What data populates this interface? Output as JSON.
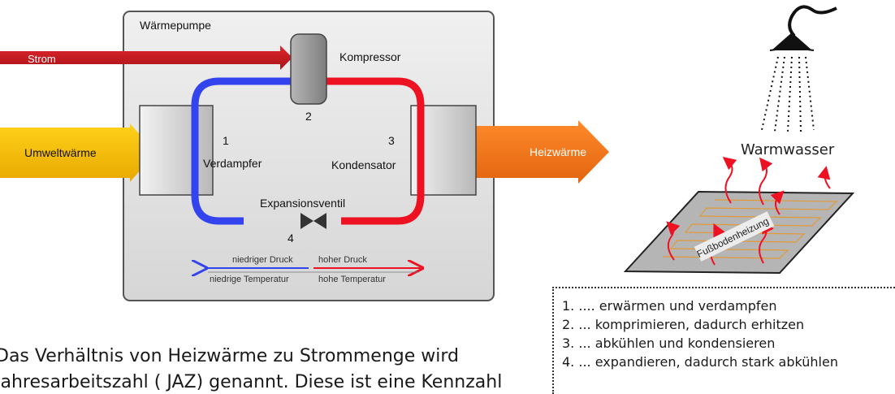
{
  "heat_pump": {
    "title": "Wärmepumpe",
    "strom": "Strom",
    "kompressor": "Kompressor",
    "umweltwaerme": "Umweltwärme",
    "heizwaerme": "Heizwärme",
    "num1": "1",
    "num2": "2",
    "num3": "3",
    "num4": "4",
    "verdampfer": "Verdampfer",
    "kondensator": "Kondensator",
    "expansionsventil": "Expansionsventil",
    "niedriger_druck": "niedriger Druck",
    "niedrige_temperatur": "niedrige Temperatur",
    "hoher_druck": "hoher Druck",
    "hohe_temperatur": "hohe Temperatur"
  },
  "right": {
    "warmwasser": "Warmwasser",
    "fussbodenheizung": "Fußbodenheizung"
  },
  "steps": [
    "1. .... erwärmen und verdampfen",
    "2. ... komprimieren, dadurch erhitzen",
    "3. ... abkühlen und kondensieren",
    "4. ... expandieren, dadurch stark abkühlen"
  ],
  "paragraph": {
    "line1": "Das Verhältnis von Heizwärme zu Strommenge wird",
    "line2": "Jahresarbeitszahl ( JAZ) genannt. Diese ist eine Kennzahl"
  },
  "colors": {
    "cold": "#3344ee",
    "hot": "#ee1122",
    "strom": "#c8171c",
    "umwelt": "#f5b800",
    "heiz": "#f37b1f"
  }
}
